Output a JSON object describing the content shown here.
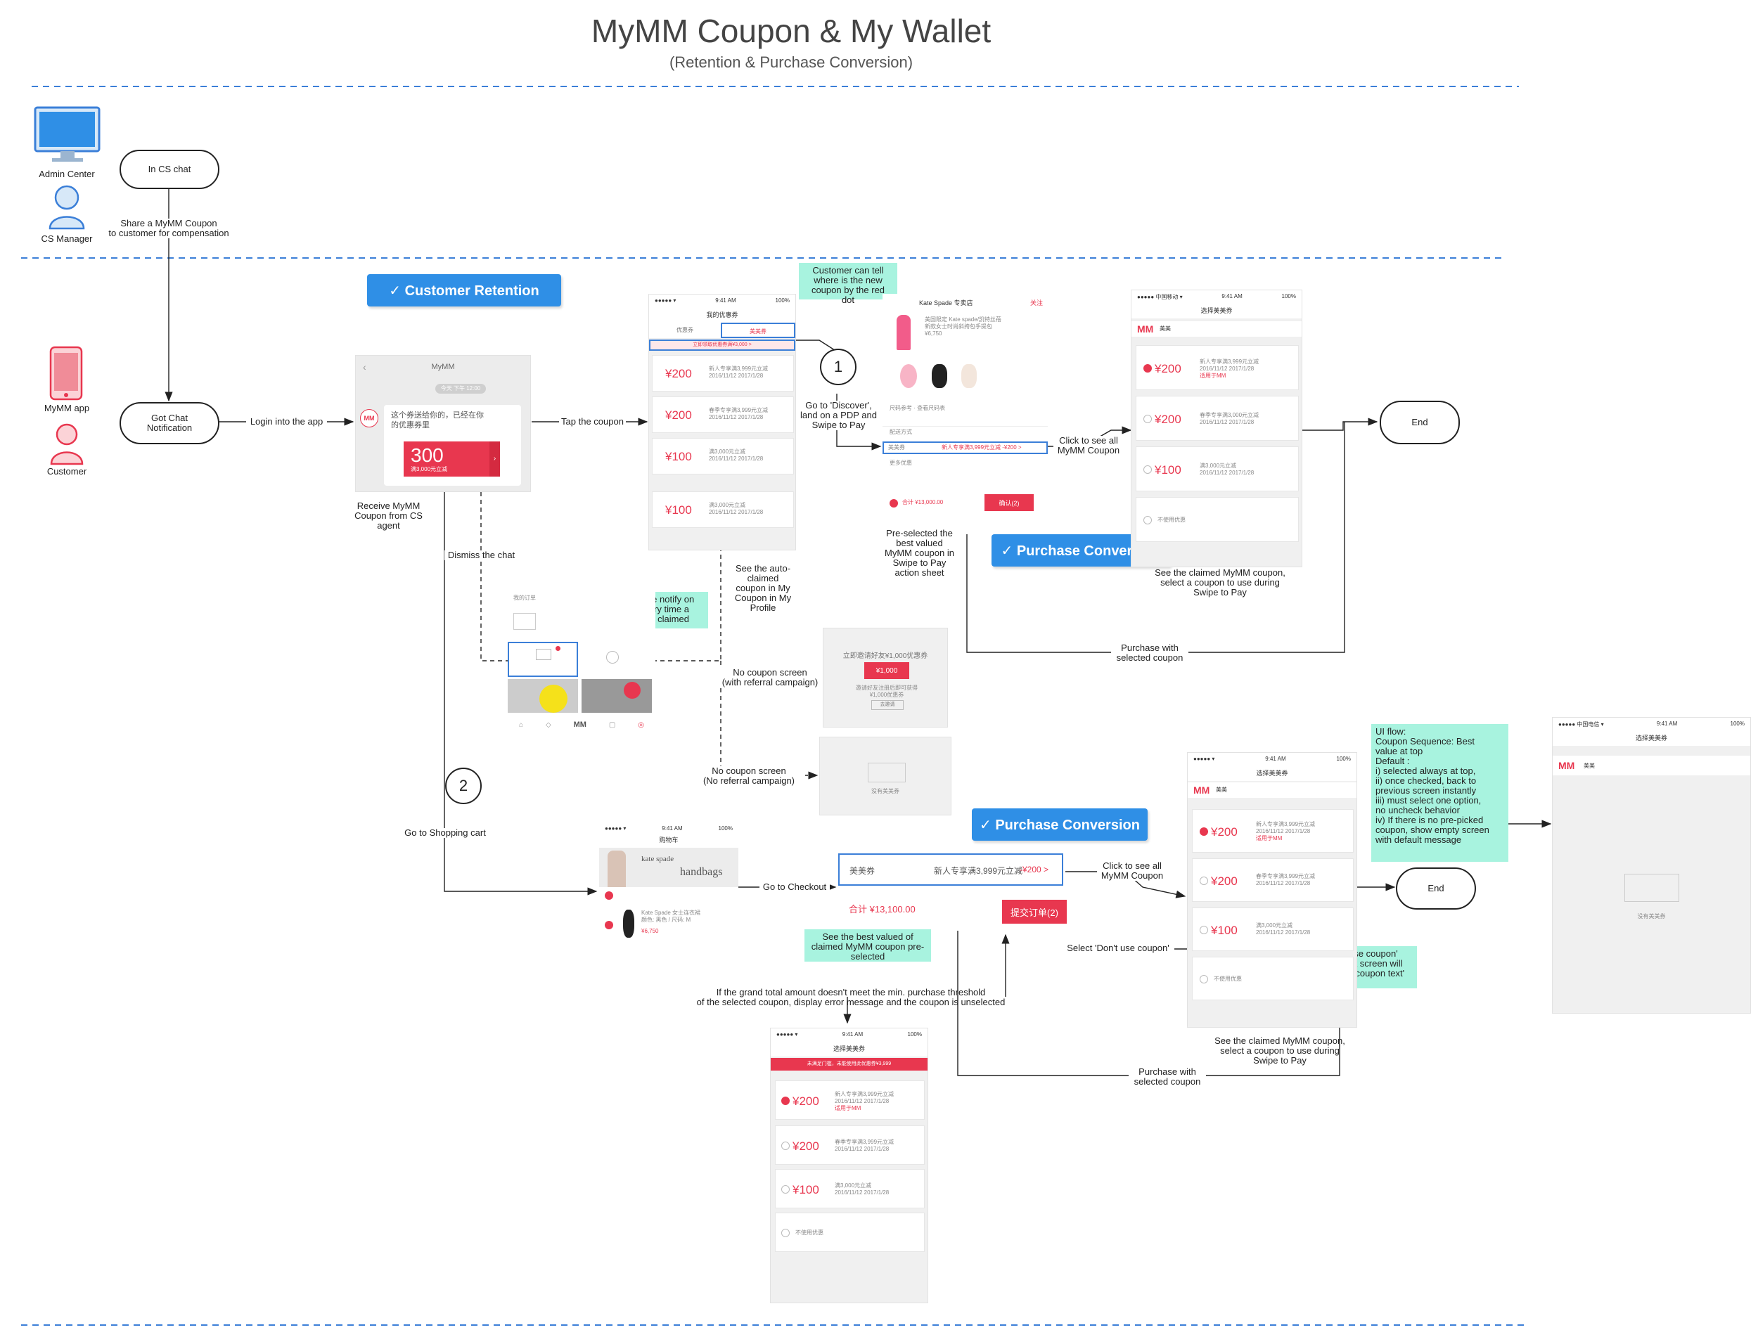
{
  "header": {
    "title": "MyMM Coupon & My Wallet",
    "subtitle": "(Retention & Purchase Conversion)"
  },
  "actors": {
    "admin_center": "Admin Center",
    "cs_manager": "CS Manager",
    "mymm_app": "MyMM app",
    "customer": "Customer"
  },
  "nodes": {
    "in_cs_chat": "In CS chat",
    "share_coupon": "Share a MyMM Coupon\nto customer for compensation",
    "got_chat": "Got Chat\nNotification",
    "login": "Login into the app",
    "tap_coupon": "Tap the coupon",
    "receive_coupon": "Receive MyMM\nCoupon from CS\nagent",
    "dismiss_chat": "Dismiss the chat",
    "go_discover": "Go to 'Discover',\nland on a PDP and\nSwipe to Pay",
    "click_see_all_1": "Click to see all\nMyMM Coupon",
    "end_1": "End",
    "pre_selected": "Pre-selected the\nbest valued\nMyMM coupon in\nSwipe to Pay\naction sheet",
    "see_auto_claimed": "See the auto-\nclaimed\ncoupon in My\nCoupon in My\nProfile",
    "see_claimed_1": "See the claimed MyMM coupon,\nselect a coupon to use during\nSwipe to Pay",
    "purchase_selected_1": "Purchase with\nselected coupon",
    "no_coupon_ref": "No coupon screen\n(with referral campaign)",
    "no_coupon_noref": "No coupon screen\n(No referral campaign)",
    "go_shopping_cart": "Go to Shopping cart",
    "go_checkout": "Go to Checkout",
    "click_see_all_2": "Click to see all\nMyMM Coupon",
    "select_dont_use": "Select 'Don't use coupon'",
    "end_2": "End",
    "threshold_msg": "If the grand total amount doesn't meet the min. purchase threshold\nof the selected coupon, display error message and the coupon is unselected",
    "see_claimed_2": "See the claimed MyMM coupon,\nselect a coupon to use during\nSwipe to Pay",
    "purchase_selected_2": "Purchase with\nselected coupon",
    "step1": "1",
    "step2": "2"
  },
  "banners": {
    "retention": "✓ Customer Retention",
    "conversion_1": "✓ Purchase Conversion",
    "conversion_2": "✓ Purchase Conversion"
  },
  "notes": {
    "red_dot": "Customer can tell\nwhere is the new\ncoupon by the red\ndot",
    "notify": "Customer will see notify on\nMy Coupon every time a\ncoupon is newly claimed",
    "best_value": "See the best valued of\nclaimed MyMM coupon pre-\nselected",
    "dont_use": "Select 'Don't use coupon'\nthen in checkout screen will\nshow 'Don't use coupon text'",
    "ui_flow": "UI flow:\nCoupon Sequence: Best\nvalue at top\nDefault :\ni) selected always at top,\nii) once checked, back to\nprevious screen instantly\niii) must select one option,\nno uncheck behavior\niv) If there is no pre-picked\ncoupon, show empty screen\nwith default message"
  },
  "screens": {
    "chat": {
      "title": "MyMM",
      "time": "今天 下午 12:00",
      "message": "这个券送给你的，已经在你\n的优惠券里",
      "amount": "300",
      "sub": "满3,000元立减"
    },
    "coupon_list": {
      "time": "9:41 AM",
      "battery": "100%",
      "title": "我的优惠券",
      "tab_a": "优惠券",
      "tab_b": "美美券",
      "banner": "立即领取优惠券满¥3,000 >",
      "amounts": [
        "¥200",
        "¥200",
        "¥100",
        "¥100"
      ]
    },
    "pdp": {
      "brand": "Kate Spade 专卖店",
      "follow": "关注",
      "total": "合计 ¥13,000.00",
      "confirm": "确认(2)",
      "coupon_line": "新人专享满3,999元立减 -¥200 >"
    },
    "mymm_coupons": {
      "time": "9:41 AM",
      "battery": "100%",
      "title": "选择美美券",
      "header": "美美",
      "amounts": [
        "¥200",
        "¥200",
        "¥100"
      ],
      "dont_use": "不使用优惠"
    },
    "referral": {
      "title": "立即邀请好友¥1,000优惠券",
      "amount": "¥1,000",
      "btn": "去邀请"
    },
    "empty_no_ref": {
      "text": "没有美美券"
    },
    "cart": {
      "time": "9:41 AM",
      "battery": "100%",
      "title": "购物车",
      "banner": "kate spade",
      "handbags": "handbags",
      "price": "¥6,750"
    },
    "checkout": {
      "label": "美美券",
      "coupon": "新人专享满3,999元立减",
      "discount": "-¥200 >",
      "total": "合计 ¥13,100.00",
      "submit": "提交订单(2)"
    },
    "coupons_2": {
      "time": "9:41 AM",
      "battery": "100%",
      "title": "选择美美券",
      "header": "美美",
      "amounts": [
        "¥200",
        "¥200",
        "¥100"
      ],
      "dont_use": "不使用优惠"
    },
    "error": {
      "time": "9:41 AM",
      "battery": "100%",
      "title": "选择美美券",
      "error_bar": "未满足门槛，未能使用此优惠券¥3,999",
      "amounts": [
        "¥200",
        "¥200",
        "¥100"
      ],
      "dont_use": "不使用优惠"
    },
    "empty": {
      "time": "9:41 AM",
      "battery": "100%",
      "title": "选择美美券",
      "header": "美美",
      "text": "没有美美券"
    }
  }
}
